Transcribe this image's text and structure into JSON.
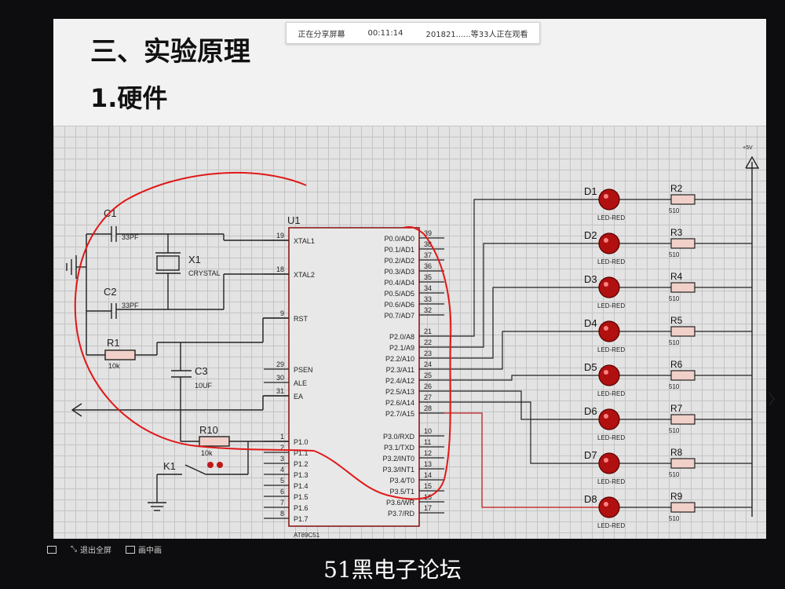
{
  "slide": {
    "title": "三、实验原理",
    "subtitle": "1.硬件"
  },
  "share_bar": {
    "status": "正在分享屏幕",
    "time": "00:11:14",
    "viewers": "201821......等33人正在观看"
  },
  "toolbar": {
    "exit_fullscreen": "退出全屏",
    "pip": "画中画"
  },
  "watermark": "51黑电子论坛",
  "schematic": {
    "chip_ref": "U1",
    "chip_part": "AT89C51",
    "supply": "+5V",
    "left_pins": [
      {
        "num": "19",
        "name": "XTAL1"
      },
      {
        "num": "18",
        "name": "XTAL2"
      },
      {
        "num": "9",
        "name": "RST"
      },
      {
        "num": "29",
        "name": "PSEN"
      },
      {
        "num": "30",
        "name": "ALE"
      },
      {
        "num": "31",
        "name": "EA"
      },
      {
        "num": "1",
        "name": "P1.0"
      },
      {
        "num": "2",
        "name": "P1.1"
      },
      {
        "num": "3",
        "name": "P1.2"
      },
      {
        "num": "4",
        "name": "P1.3"
      },
      {
        "num": "5",
        "name": "P1.4"
      },
      {
        "num": "6",
        "name": "P1.5"
      },
      {
        "num": "7",
        "name": "P1.6"
      },
      {
        "num": "8",
        "name": "P1.7"
      }
    ],
    "right_pins": [
      {
        "num": "39",
        "name": "P0.0/AD0"
      },
      {
        "num": "38",
        "name": "P0.1/AD1"
      },
      {
        "num": "37",
        "name": "P0.2/AD2"
      },
      {
        "num": "36",
        "name": "P0.3/AD3"
      },
      {
        "num": "35",
        "name": "P0.4/AD4"
      },
      {
        "num": "34",
        "name": "P0.5/AD5"
      },
      {
        "num": "33",
        "name": "P0.6/AD6"
      },
      {
        "num": "32",
        "name": "P0.7/AD7"
      },
      {
        "num": "21",
        "name": "P2.0/A8"
      },
      {
        "num": "22",
        "name": "P2.1/A9"
      },
      {
        "num": "23",
        "name": "P2.2/A10"
      },
      {
        "num": "24",
        "name": "P2.3/A11"
      },
      {
        "num": "25",
        "name": "P2.4/A12"
      },
      {
        "num": "26",
        "name": "P2.5/A13"
      },
      {
        "num": "27",
        "name": "P2.6/A14"
      },
      {
        "num": "28",
        "name": "P2.7/A15"
      },
      {
        "num": "10",
        "name": "P3.0/RXD"
      },
      {
        "num": "11",
        "name": "P3.1/TXD"
      },
      {
        "num": "12",
        "name": "P3.2/INT0"
      },
      {
        "num": "13",
        "name": "P3.3/INT1"
      },
      {
        "num": "14",
        "name": "P3.4/T0"
      },
      {
        "num": "15",
        "name": "P3.5/T1"
      },
      {
        "num": "16",
        "name": "P3.6/WR"
      },
      {
        "num": "17",
        "name": "P3.7/RD"
      }
    ],
    "leds": [
      {
        "ref": "D1",
        "part": "LED-RED",
        "res_ref": "R2",
        "res_val": "510"
      },
      {
        "ref": "D2",
        "part": "LED-RED",
        "res_ref": "R3",
        "res_val": "510"
      },
      {
        "ref": "D3",
        "part": "LED-RED",
        "res_ref": "R4",
        "res_val": "510"
      },
      {
        "ref": "D4",
        "part": "LED-RED",
        "res_ref": "R5",
        "res_val": "510"
      },
      {
        "ref": "D5",
        "part": "LED-RED",
        "res_ref": "R6",
        "res_val": "510"
      },
      {
        "ref": "D6",
        "part": "LED-RED",
        "res_ref": "R7",
        "res_val": "510"
      },
      {
        "ref": "D7",
        "part": "LED-RED",
        "res_ref": "R8",
        "res_val": "510"
      },
      {
        "ref": "D8",
        "part": "LED-RED",
        "res_ref": "R9",
        "res_val": "510"
      }
    ],
    "c1": {
      "ref": "C1",
      "val": "33PF"
    },
    "c2": {
      "ref": "C2",
      "val": "33PF"
    },
    "c3": {
      "ref": "C3",
      "val": "10UF"
    },
    "x1": {
      "ref": "X1",
      "val": "CRYSTAL"
    },
    "r1": {
      "ref": "R1",
      "val": "10k"
    },
    "r10": {
      "ref": "R10",
      "val": "10k"
    },
    "k1": {
      "ref": "K1"
    }
  },
  "colors": {
    "wire": "#222222",
    "chip_border": "#8b1a1a",
    "led": "#b01010",
    "resistor_fill": "#f0d0c8",
    "annotation": "#e01818"
  }
}
